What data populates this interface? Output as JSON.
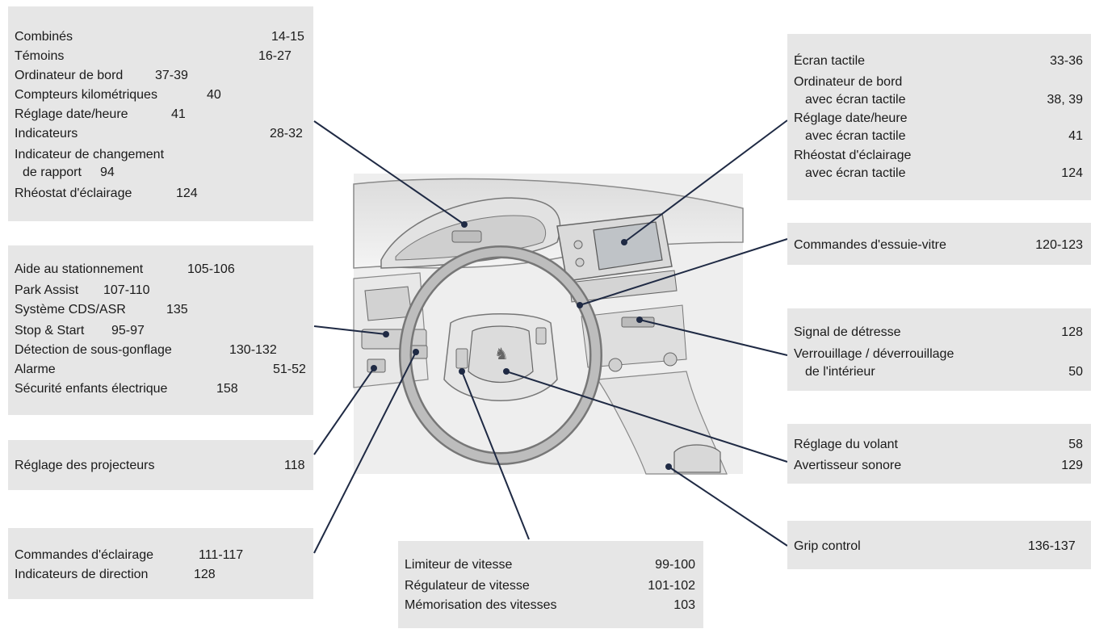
{
  "boxes": {
    "cluster": {
      "items": [
        {
          "label": "Combinés",
          "pages": "14-15"
        },
        {
          "label": "Témoins",
          "pages": "16-27"
        },
        {
          "label": "Ordinateur de bord",
          "pages": "37-39"
        },
        {
          "label": "Compteurs kilométriques",
          "pages": "40"
        },
        {
          "label": "Réglage date/heure",
          "pages": "41"
        },
        {
          "label": "Indicateurs",
          "pages": "28-32"
        },
        {
          "label": "Indicateur de changement",
          "pages": ""
        },
        {
          "label": "de rapport",
          "pages": "94"
        },
        {
          "label": "Rhéostat d'éclairage",
          "pages": "124"
        }
      ]
    },
    "left_controls": {
      "items": [
        {
          "label": "Aide au stationnement",
          "pages": "105-106"
        },
        {
          "label": "Park Assist",
          "pages": "107-110"
        },
        {
          "label": "Système CDS/ASR",
          "pages": "135"
        },
        {
          "label": "Stop & Start",
          "pages": "95-97"
        },
        {
          "label": "Détection de sous-gonflage",
          "pages": "130-132"
        },
        {
          "label": "Alarme",
          "pages": "51-52"
        },
        {
          "label": "Sécurité enfants électrique",
          "pages": "158"
        }
      ]
    },
    "headlamps": {
      "items": [
        {
          "label": "Réglage des projecteurs",
          "pages": "118"
        }
      ]
    },
    "lighting": {
      "items": [
        {
          "label": "Commandes d'éclairage",
          "pages": "111-117"
        },
        {
          "label": "Indicateurs de direction",
          "pages": "128"
        }
      ]
    },
    "speed": {
      "items": [
        {
          "label": "Limiteur de vitesse",
          "pages": "99-100"
        },
        {
          "label": "Régulateur de vitesse",
          "pages": "101-102"
        },
        {
          "label": "Mémorisation des vitesses",
          "pages": "103"
        }
      ]
    },
    "touchscreen": {
      "items": [
        {
          "label": "Écran tactile",
          "pages": "33-36"
        },
        {
          "label": "Ordinateur de bord",
          "pages": ""
        },
        {
          "label": "avec écran tactile",
          "pages": "38, 39"
        },
        {
          "label": "Réglage date/heure",
          "pages": ""
        },
        {
          "label": "avec écran tactile",
          "pages": "41"
        },
        {
          "label": "Rhéostat d'éclairage",
          "pages": ""
        },
        {
          "label": "avec écran tactile",
          "pages": "124"
        }
      ]
    },
    "wipers": {
      "items": [
        {
          "label": "Commandes d'essuie-vitre",
          "pages": "120-123"
        }
      ]
    },
    "hazard": {
      "items": [
        {
          "label": "Signal de détresse",
          "pages": "128"
        },
        {
          "label": "Verrouillage / déverrouillage",
          "pages": ""
        },
        {
          "label": "de l'intérieur",
          "pages": "50"
        }
      ]
    },
    "steering": {
      "items": [
        {
          "label": "Réglage du volant",
          "pages": "58"
        },
        {
          "label": "Avertisseur sonore",
          "pages": "129"
        }
      ]
    },
    "grip": {
      "items": [
        {
          "label": "Grip control",
          "pages": "136-137"
        }
      ]
    }
  },
  "colors": {
    "box_bg": "#e6e6e6",
    "leader": "#1f2a44"
  }
}
